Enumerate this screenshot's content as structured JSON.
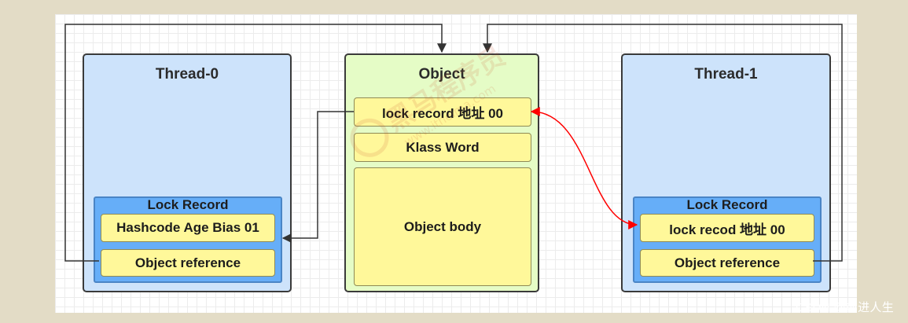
{
  "thread0": {
    "title": "Thread-0",
    "lock_record": {
      "title": "Lock Record",
      "header_cell": "Hashcode Age Bias 01",
      "reference_cell": "Object reference"
    }
  },
  "object": {
    "title": "Object",
    "lock_record_cell": "lock  record 地址 00",
    "klass_word": "Klass Word",
    "body": "Object body"
  },
  "thread1": {
    "title": "Thread-1",
    "lock_record": {
      "title": "Lock Record",
      "header_cell": "lock recod 地址 00",
      "reference_cell": "Object reference"
    }
  },
  "watermark": {
    "text": "黑马程序员",
    "url": "www.itheima.com"
  },
  "credit": "CSDN @前进人生",
  "colors": {
    "thread_fill": "#cde3fb",
    "object_fill": "#e5fcc6",
    "lock_record_fill": "#66aef8",
    "cell_fill": "#fff89a",
    "cas_arrow": "#ff0000",
    "connector": "#333333"
  }
}
